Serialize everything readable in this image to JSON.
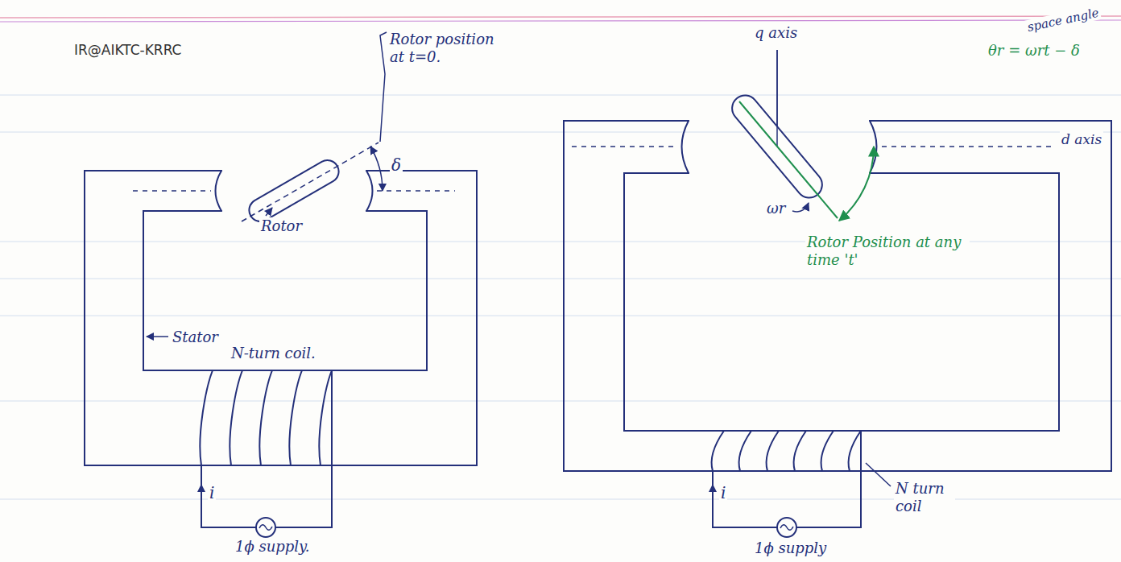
{
  "diagram": {
    "labels": [
      "IR@AIKTC-KRRC",
      "Rotor position at t=0.",
      "δ",
      "Rotor",
      "Stator",
      "N-turn coil.",
      "i",
      "1ϕ supply.",
      "q axis",
      "space angle",
      "θr = ωrt − δ",
      "d axis",
      "ωr",
      "Rotor Position at any time 't'",
      "N turn coil",
      "i",
      "1ϕ supply"
    ]
  }
}
